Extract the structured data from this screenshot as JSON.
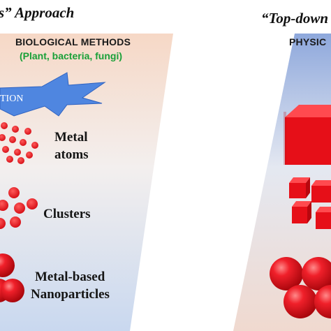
{
  "left_panel": {
    "title": "s” Approach",
    "heading": "BIOLOGICAL METHODS",
    "subheading": "(Plant, bacteria, fungi)",
    "burst_text": "TION",
    "labels": [
      {
        "id": "metal-atoms",
        "line1": "Metal",
        "line2": "atoms"
      },
      {
        "id": "clusters",
        "line1": "Clusters"
      },
      {
        "id": "nanoparticles",
        "line1": "Metal-based",
        "line2": "Nanoparticles"
      }
    ]
  },
  "right_panel": {
    "title": "“Top-down",
    "heading": "PHYSIC"
  },
  "colors": {
    "particle_red": "#e8141a",
    "subheading_green": "#19a038",
    "burst_blue": "#4f86e0",
    "left_band_peach": "#f7dccb",
    "right_band_blue": "#9db4e2"
  }
}
